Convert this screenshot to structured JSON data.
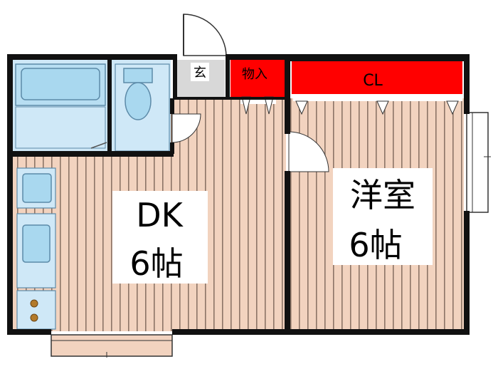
{
  "rooms": {
    "dk": {
      "name": "DK",
      "size": "6帖"
    },
    "western": {
      "name": "洋室",
      "size": "6帖"
    },
    "entrance": {
      "label": "玄"
    },
    "storage": {
      "label": "物入"
    },
    "closet": {
      "label": "CL"
    }
  },
  "colors": {
    "wall": "#111111",
    "floor_base": "#f2d3bf",
    "floor_stripe": "#8c7466",
    "wet_area": "#cfe8f7",
    "fixture": "#a9d8ef",
    "fixture_stroke": "#5c8aa8",
    "closet_red": "#ff0000",
    "entrance_gray": "#d8d8d8",
    "label_bg": "#ffffff"
  },
  "icons": {
    "bathtub": "bathtub-icon",
    "toilet": "toilet-icon",
    "sink": "sink-icon",
    "stove": "stove-icon",
    "washer": "washer-pan-icon"
  }
}
